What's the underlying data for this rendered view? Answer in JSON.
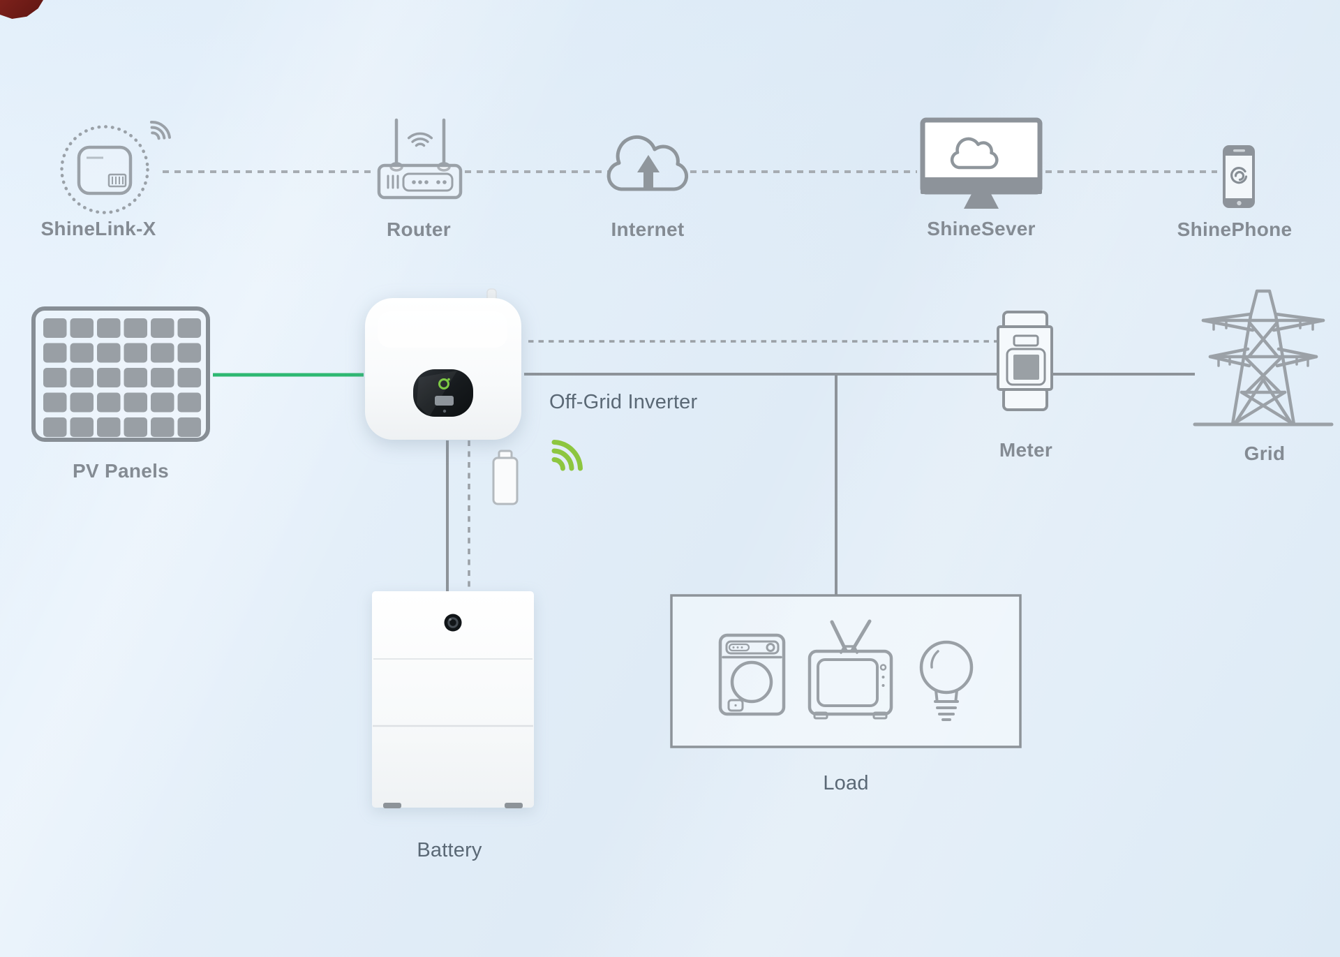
{
  "diagram": {
    "communication_chain": {
      "shinelink": {
        "label": "ShineLink-X",
        "icon": "datalogger-icon"
      },
      "router": {
        "label": "Router",
        "icon": "wifi-router-icon"
      },
      "internet": {
        "label": "Internet",
        "icon": "cloud-upload-icon"
      },
      "shineserver": {
        "label": "ShineSever",
        "icon": "monitor-cloud-icon"
      },
      "shinephone": {
        "label": "ShinePhone",
        "icon": "smartphone-app-icon"
      }
    },
    "power_chain": {
      "pv_panels": {
        "label": "PV Panels",
        "icon": "solar-panel-icon"
      },
      "inverter": {
        "label": "Off-Grid Inverter",
        "icon": "inverter-device"
      },
      "meter": {
        "label": "Meter",
        "icon": "energy-meter-icon"
      },
      "grid": {
        "label": "Grid",
        "icon": "transmission-tower-icon"
      }
    },
    "storage_load": {
      "battery": {
        "label": "Battery",
        "icon": "battery-storage-device"
      },
      "load": {
        "label": "Load",
        "appliances": [
          "washing-machine-icon",
          "tv-icon",
          "light-bulb-icon"
        ]
      }
    },
    "connections": [
      {
        "from": "shinelink",
        "to": "router",
        "style": "dashed-gray"
      },
      {
        "from": "router",
        "to": "internet",
        "style": "dashed-gray"
      },
      {
        "from": "internet",
        "to": "shineserver",
        "style": "dashed-gray"
      },
      {
        "from": "shineserver",
        "to": "shinephone",
        "style": "dashed-gray"
      },
      {
        "from": "pv_panels",
        "to": "inverter",
        "style": "solid-green"
      },
      {
        "from": "inverter",
        "to": "meter",
        "style": "dashed-gray"
      },
      {
        "from": "inverter",
        "to": "grid",
        "style": "solid-gray"
      },
      {
        "from": "inverter",
        "to": "battery",
        "style": "solid-and-dashed"
      },
      {
        "from": "power-bus",
        "to": "load",
        "style": "solid-gray"
      }
    ],
    "colors": {
      "pv_line_green": "#2eb872",
      "wifi_green": "#8dc63f",
      "icon_gray": "#9aa0a6",
      "solid_line_gray": "#8d9399",
      "bold_label_gray": "#848b93",
      "light_label_gray": "#5a6875"
    }
  }
}
